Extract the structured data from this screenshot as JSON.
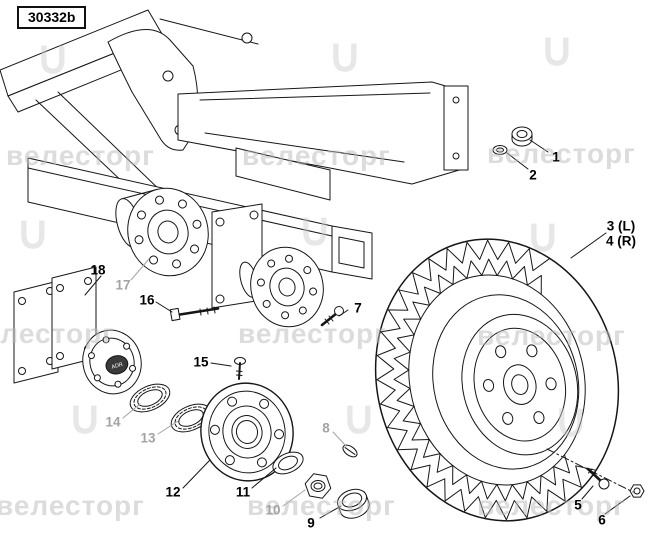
{
  "figure_label": "30332b",
  "watermark": {
    "text": "велесторг",
    "mark": "∪",
    "color": "#d7d7d7"
  },
  "hub_cap_text": "ADR",
  "colors": {
    "background": "#ffffff",
    "line": "#161616",
    "callout": "#000000",
    "callout_muted": "#a3a3a3",
    "watermark": "#d7d7d7"
  },
  "callouts": [
    {
      "label": "1",
      "muted": false
    },
    {
      "label": "2",
      "muted": false
    },
    {
      "label": "3 (L)",
      "muted": false
    },
    {
      "label": "4 (R)",
      "muted": false
    },
    {
      "label": "5",
      "muted": false
    },
    {
      "label": "6",
      "muted": false
    },
    {
      "label": "7",
      "muted": false
    },
    {
      "label": "8",
      "muted": true
    },
    {
      "label": "9",
      "muted": false
    },
    {
      "label": "10",
      "muted": true
    },
    {
      "label": "11",
      "muted": false
    },
    {
      "label": "12",
      "muted": false
    },
    {
      "label": "13",
      "muted": true
    },
    {
      "label": "14",
      "muted": true
    },
    {
      "label": "15",
      "muted": false
    },
    {
      "label": "16",
      "muted": false
    },
    {
      "label": "17",
      "muted": true
    },
    {
      "label": "18",
      "muted": false
    }
  ]
}
